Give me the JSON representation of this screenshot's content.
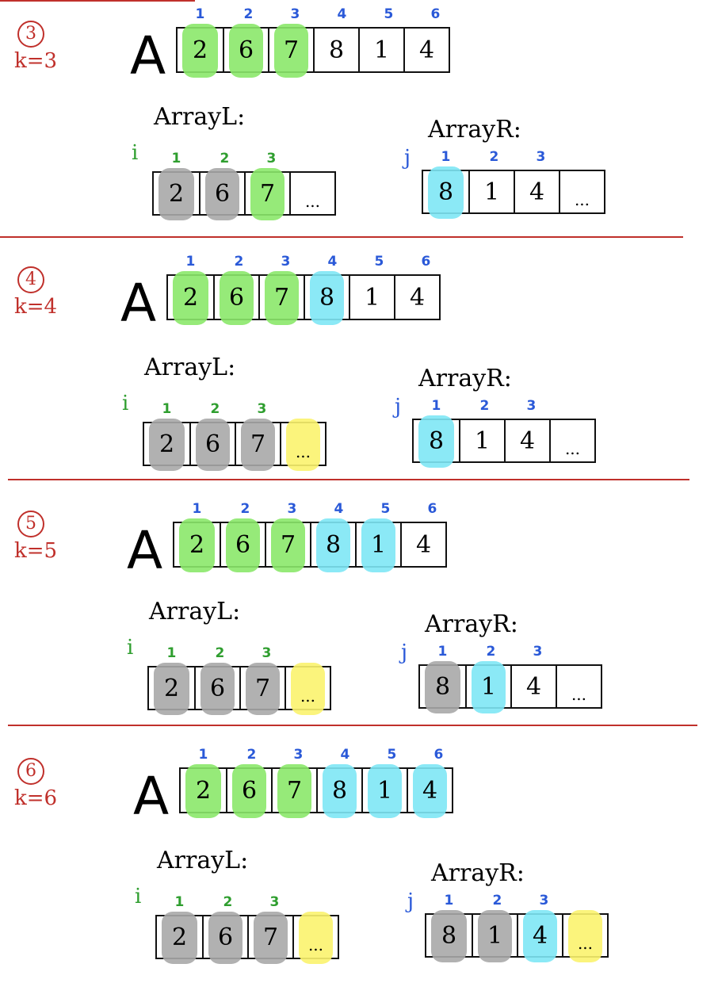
{
  "colors": {
    "step_red": "#c0302b",
    "green": "#8be86a",
    "cyan": "#7ee7f5",
    "gray": "#a9a9a9",
    "yellow": "#fbf36e",
    "index_blue": "#2a59d8",
    "index_green": "#2f9e2f"
  },
  "labels": {
    "a": "A",
    "array_l": "ArrayL:",
    "array_r": "ArrayR:",
    "i": "i",
    "j": "j"
  },
  "steps": [
    {
      "num": "3",
      "k": "k=3",
      "a": {
        "indices": [
          "1",
          "2",
          "3",
          "4",
          "5",
          "6"
        ],
        "values": [
          "2",
          "6",
          "7",
          "8",
          "1",
          "4"
        ],
        "colors": [
          "green",
          "green",
          "green",
          "",
          "",
          ""
        ]
      },
      "l": {
        "indices": [
          "1",
          "2",
          "3"
        ],
        "values": [
          "2",
          "6",
          "7",
          "..."
        ],
        "colors": [
          "gray",
          "gray",
          "green",
          ""
        ]
      },
      "r": {
        "indices": [
          "1",
          "2",
          "3"
        ],
        "values": [
          "8",
          "1",
          "4",
          "..."
        ],
        "colors": [
          "cyan",
          "",
          "",
          ""
        ]
      }
    },
    {
      "num": "4",
      "k": "k=4",
      "a": {
        "indices": [
          "1",
          "2",
          "3",
          "4",
          "5",
          "6"
        ],
        "values": [
          "2",
          "6",
          "7",
          "8",
          "1",
          "4"
        ],
        "colors": [
          "green",
          "green",
          "green",
          "cyan",
          "",
          ""
        ]
      },
      "l": {
        "indices": [
          "1",
          "2",
          "3"
        ],
        "values": [
          "2",
          "6",
          "7",
          "..."
        ],
        "colors": [
          "gray",
          "gray",
          "gray",
          "yellow"
        ]
      },
      "r": {
        "indices": [
          "1",
          "2",
          "3"
        ],
        "values": [
          "8",
          "1",
          "4",
          "..."
        ],
        "colors": [
          "cyan",
          "",
          "",
          ""
        ]
      }
    },
    {
      "num": "5",
      "k": "k=5",
      "a": {
        "indices": [
          "1",
          "2",
          "3",
          "4",
          "5",
          "6"
        ],
        "values": [
          "2",
          "6",
          "7",
          "8",
          "1",
          "4"
        ],
        "colors": [
          "green",
          "green",
          "green",
          "cyan",
          "cyan",
          ""
        ]
      },
      "l": {
        "indices": [
          "1",
          "2",
          "3"
        ],
        "values": [
          "2",
          "6",
          "7",
          "..."
        ],
        "colors": [
          "gray",
          "gray",
          "gray",
          "yellow"
        ]
      },
      "r": {
        "indices": [
          "1",
          "2",
          "3"
        ],
        "values": [
          "8",
          "1",
          "4",
          "..."
        ],
        "colors": [
          "gray",
          "cyan",
          "",
          ""
        ]
      }
    },
    {
      "num": "6",
      "k": "k=6",
      "a": {
        "indices": [
          "1",
          "2",
          "3",
          "4",
          "5",
          "6"
        ],
        "values": [
          "2",
          "6",
          "7",
          "8",
          "1",
          "4"
        ],
        "colors": [
          "green",
          "green",
          "green",
          "cyan",
          "cyan",
          "cyan"
        ]
      },
      "l": {
        "indices": [
          "1",
          "2",
          "3"
        ],
        "values": [
          "2",
          "6",
          "7",
          "..."
        ],
        "colors": [
          "gray",
          "gray",
          "gray",
          "yellow"
        ]
      },
      "r": {
        "indices": [
          "1",
          "2",
          "3"
        ],
        "values": [
          "8",
          "1",
          "4",
          "..."
        ],
        "colors": [
          "gray",
          "gray",
          "cyan",
          "yellow"
        ]
      }
    }
  ]
}
